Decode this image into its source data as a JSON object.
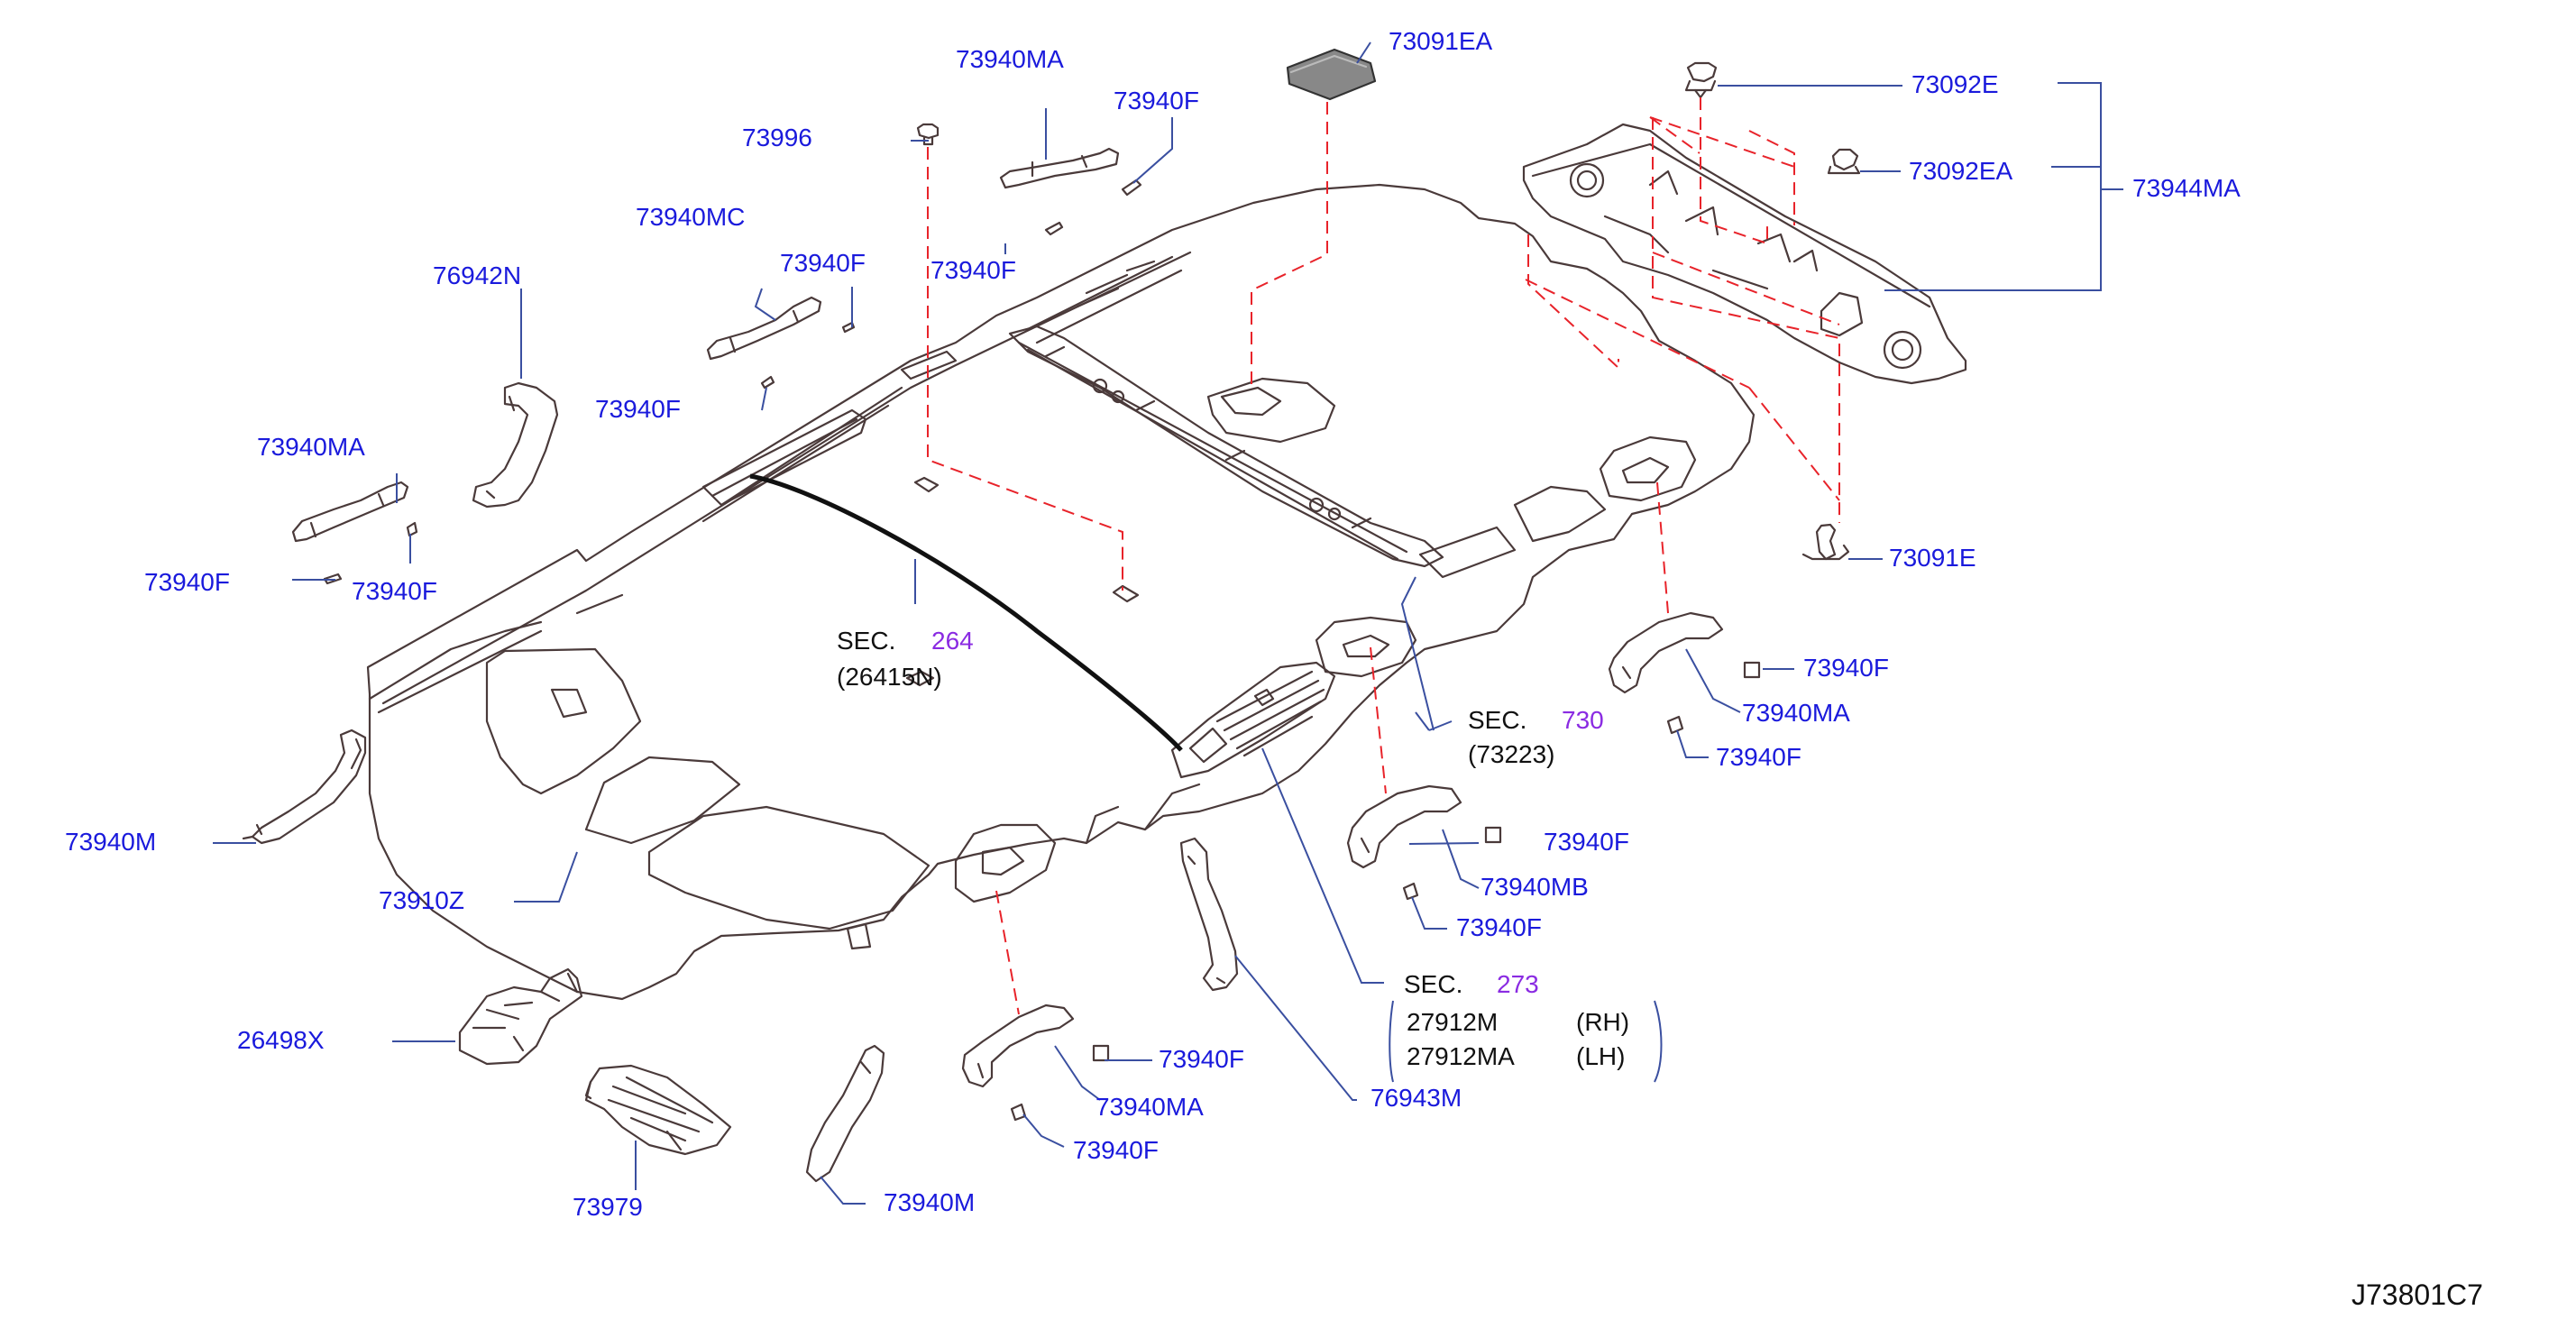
{
  "diagram_code": "J73801C7",
  "colors": {
    "part_number": "#1a1adc",
    "section_number": "#8a2be2",
    "dashed_guide": "#e8232a",
    "outline": "#4a3a3a",
    "text": "#111111"
  },
  "labels": {
    "p73091EA": "73091EA",
    "p73092E": "73092E",
    "p73092EA": "73092EA",
    "p73944MA": "73944MA",
    "p73091E": "73091E",
    "p73940MA_top": "73940MA",
    "p73940F_top1": "73940F",
    "p73996": "73996",
    "p73940F_top2": "73940F",
    "p73940MC": "73940MC",
    "p73940F_mc": "73940F",
    "p76942N": "76942N",
    "p73940F_left1": "73940F",
    "p73940MA_left": "73940MA",
    "p73940F_left2": "73940F",
    "p73940F_left3": "73940F",
    "p73940M_left": "73940M",
    "p73910Z": "73910Z",
    "p26498X": "26498X",
    "p73979": "73979",
    "p73940M_bottom": "73940M",
    "p73940F_b1": "73940F",
    "p73940MA_bottom": "73940MA",
    "p73940F_b2": "73940F",
    "p76943M": "76943M",
    "p73940F_mb1": "73940F",
    "p73940MB": "73940MB",
    "p73940F_mb2": "73940F",
    "p73940F_r1": "73940F",
    "p73940MA_right": "73940MA",
    "p73940F_r2": "73940F"
  },
  "sections": {
    "sec264": {
      "prefix": "SEC.",
      "number": "264",
      "ref": "(26415N)"
    },
    "sec730": {
      "prefix": "SEC.",
      "number": "730",
      "ref": "(73223)"
    },
    "sec273": {
      "prefix": "SEC.",
      "number": "273",
      "rows": [
        {
          "part": "27912M",
          "side": "(RH)"
        },
        {
          "part": "27912MA",
          "side": "(LH)"
        }
      ]
    }
  },
  "icons": [
    "headlining-shape",
    "clip-icon",
    "grommet-icon",
    "assist-grip-icon",
    "sunvisor-icon",
    "console-bracket-icon",
    "harness-line",
    "stiffener-rail-icon",
    "sun-shade-pad-icon"
  ]
}
